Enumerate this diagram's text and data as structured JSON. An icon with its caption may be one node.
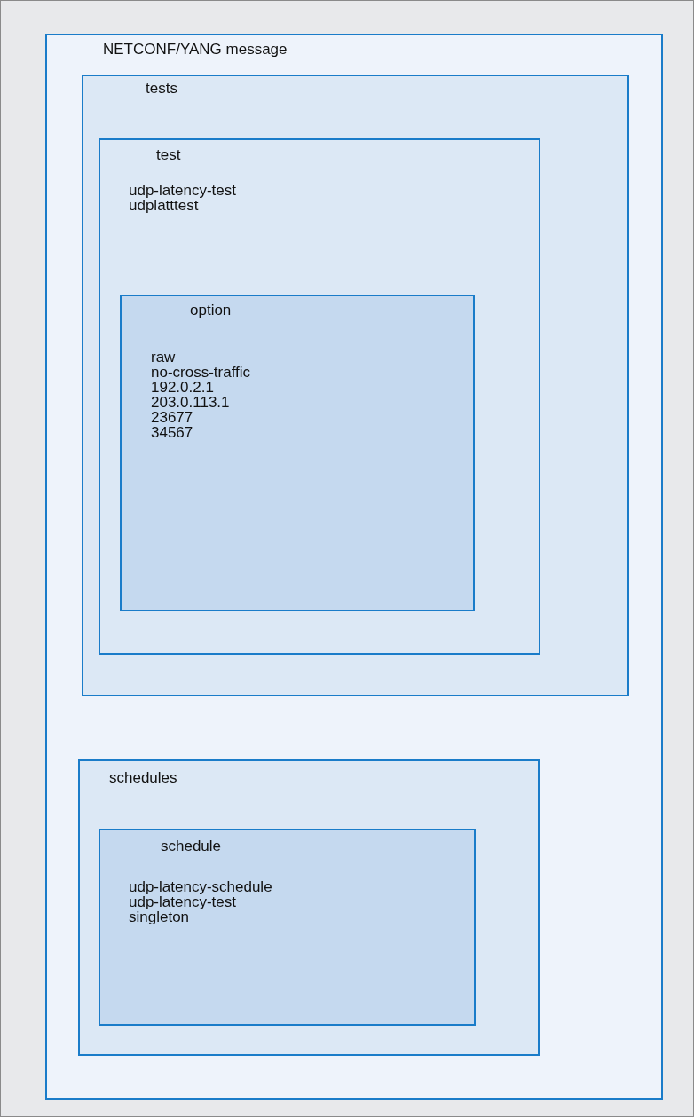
{
  "diagram": {
    "nodes": [
      {
        "text": [
          "NETCONF/YANG message"
        ]
      },
      {
        "text": [
          "tests"
        ],
        "in": 0
      },
      {
        "text": [
          "test",
          "udp-latency-test",
          "udplatttest"
        ],
        "in": 1
      },
      {
        "text": [
          "option",
          "raw",
          "no-cross-traffic",
          "192.0.2.1",
          "203.0.113.1",
          "23677",
          "34567"
        ],
        "in": 2
      },
      {
        "text": [
          "schedules"
        ],
        "in": 0
      },
      {
        "text": [
          "schedule",
          "udp-latency-schedule",
          "udp-latency-test",
          "singleton"
        ],
        "in": 4
      }
    ]
  }
}
